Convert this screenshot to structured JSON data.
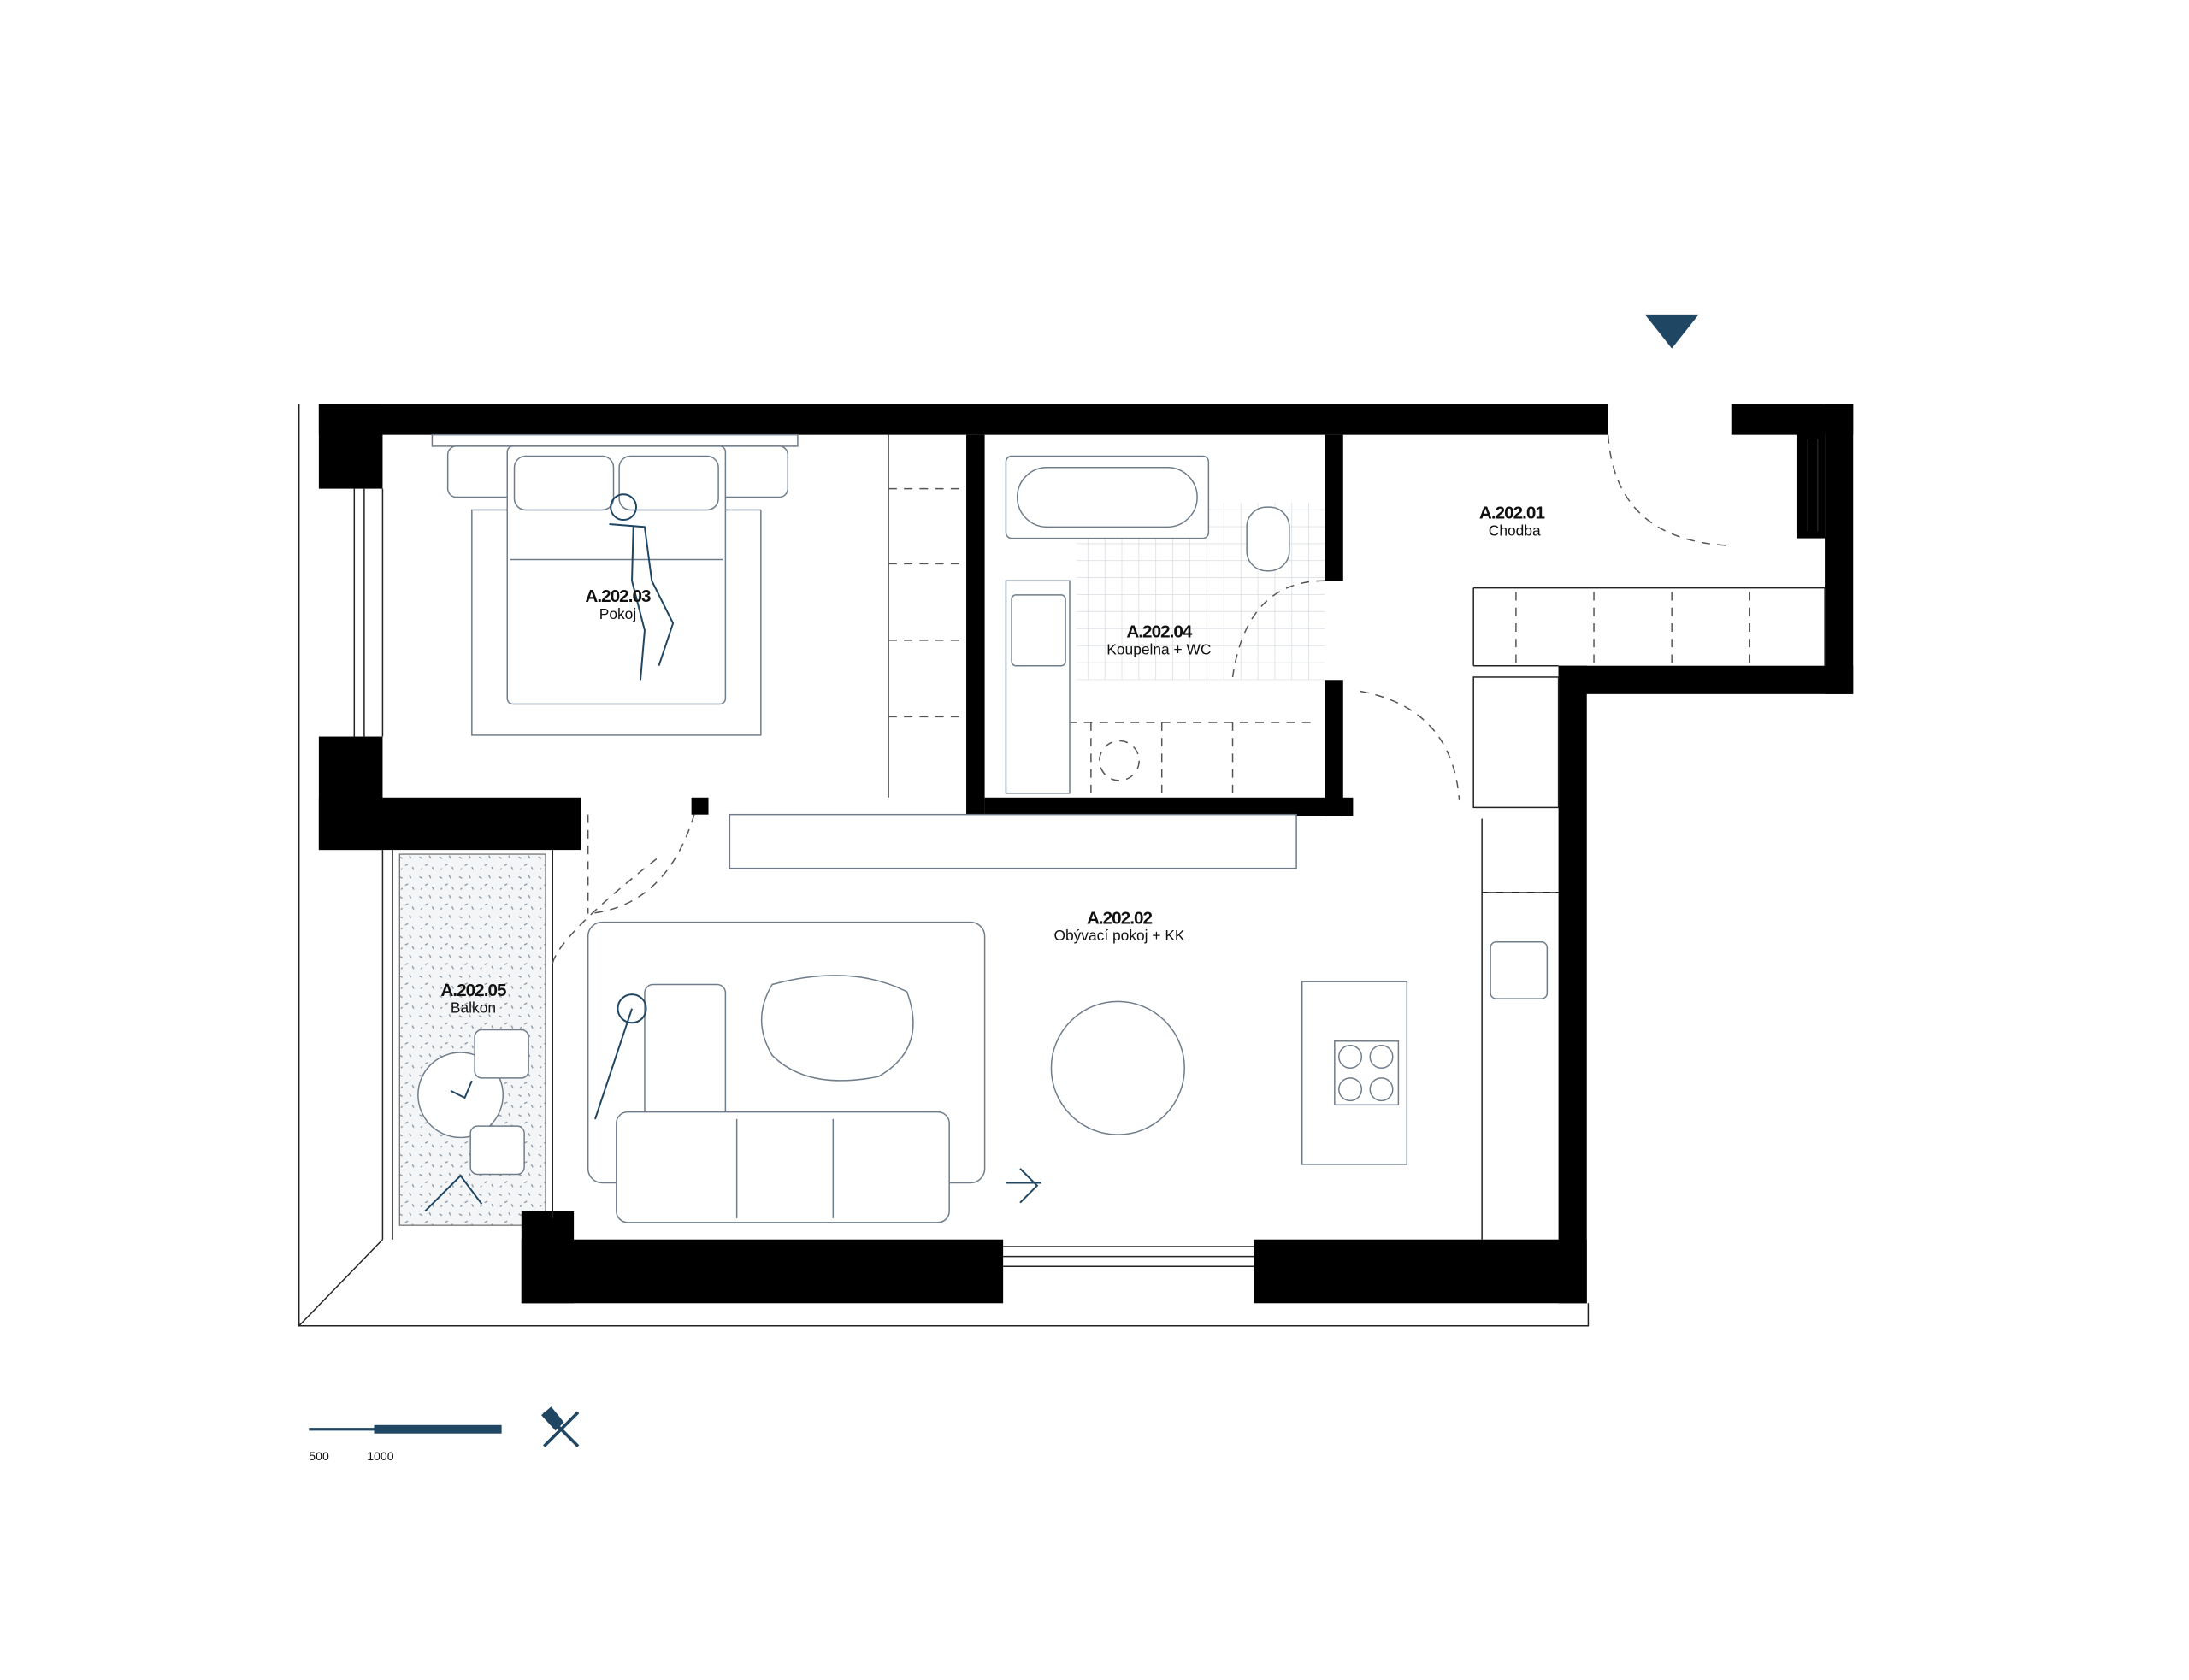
{
  "colors": {
    "accent": "#1f4663",
    "walls": "#000000"
  },
  "rooms": [
    {
      "code": "A.202.01",
      "name": "Chodba"
    },
    {
      "code": "A.202.02",
      "name": "Obývací pokoj + KK"
    },
    {
      "code": "A.202.03",
      "name": "Pokoj"
    },
    {
      "code": "A.202.04",
      "name": "Koupelna + WC"
    },
    {
      "code": "A.202.05",
      "name": "Balkon"
    }
  ],
  "scale_bar": {
    "labels": [
      "500",
      "1000"
    ]
  },
  "icons": [
    "entrance-arrow-icon",
    "north-arrow-icon"
  ]
}
